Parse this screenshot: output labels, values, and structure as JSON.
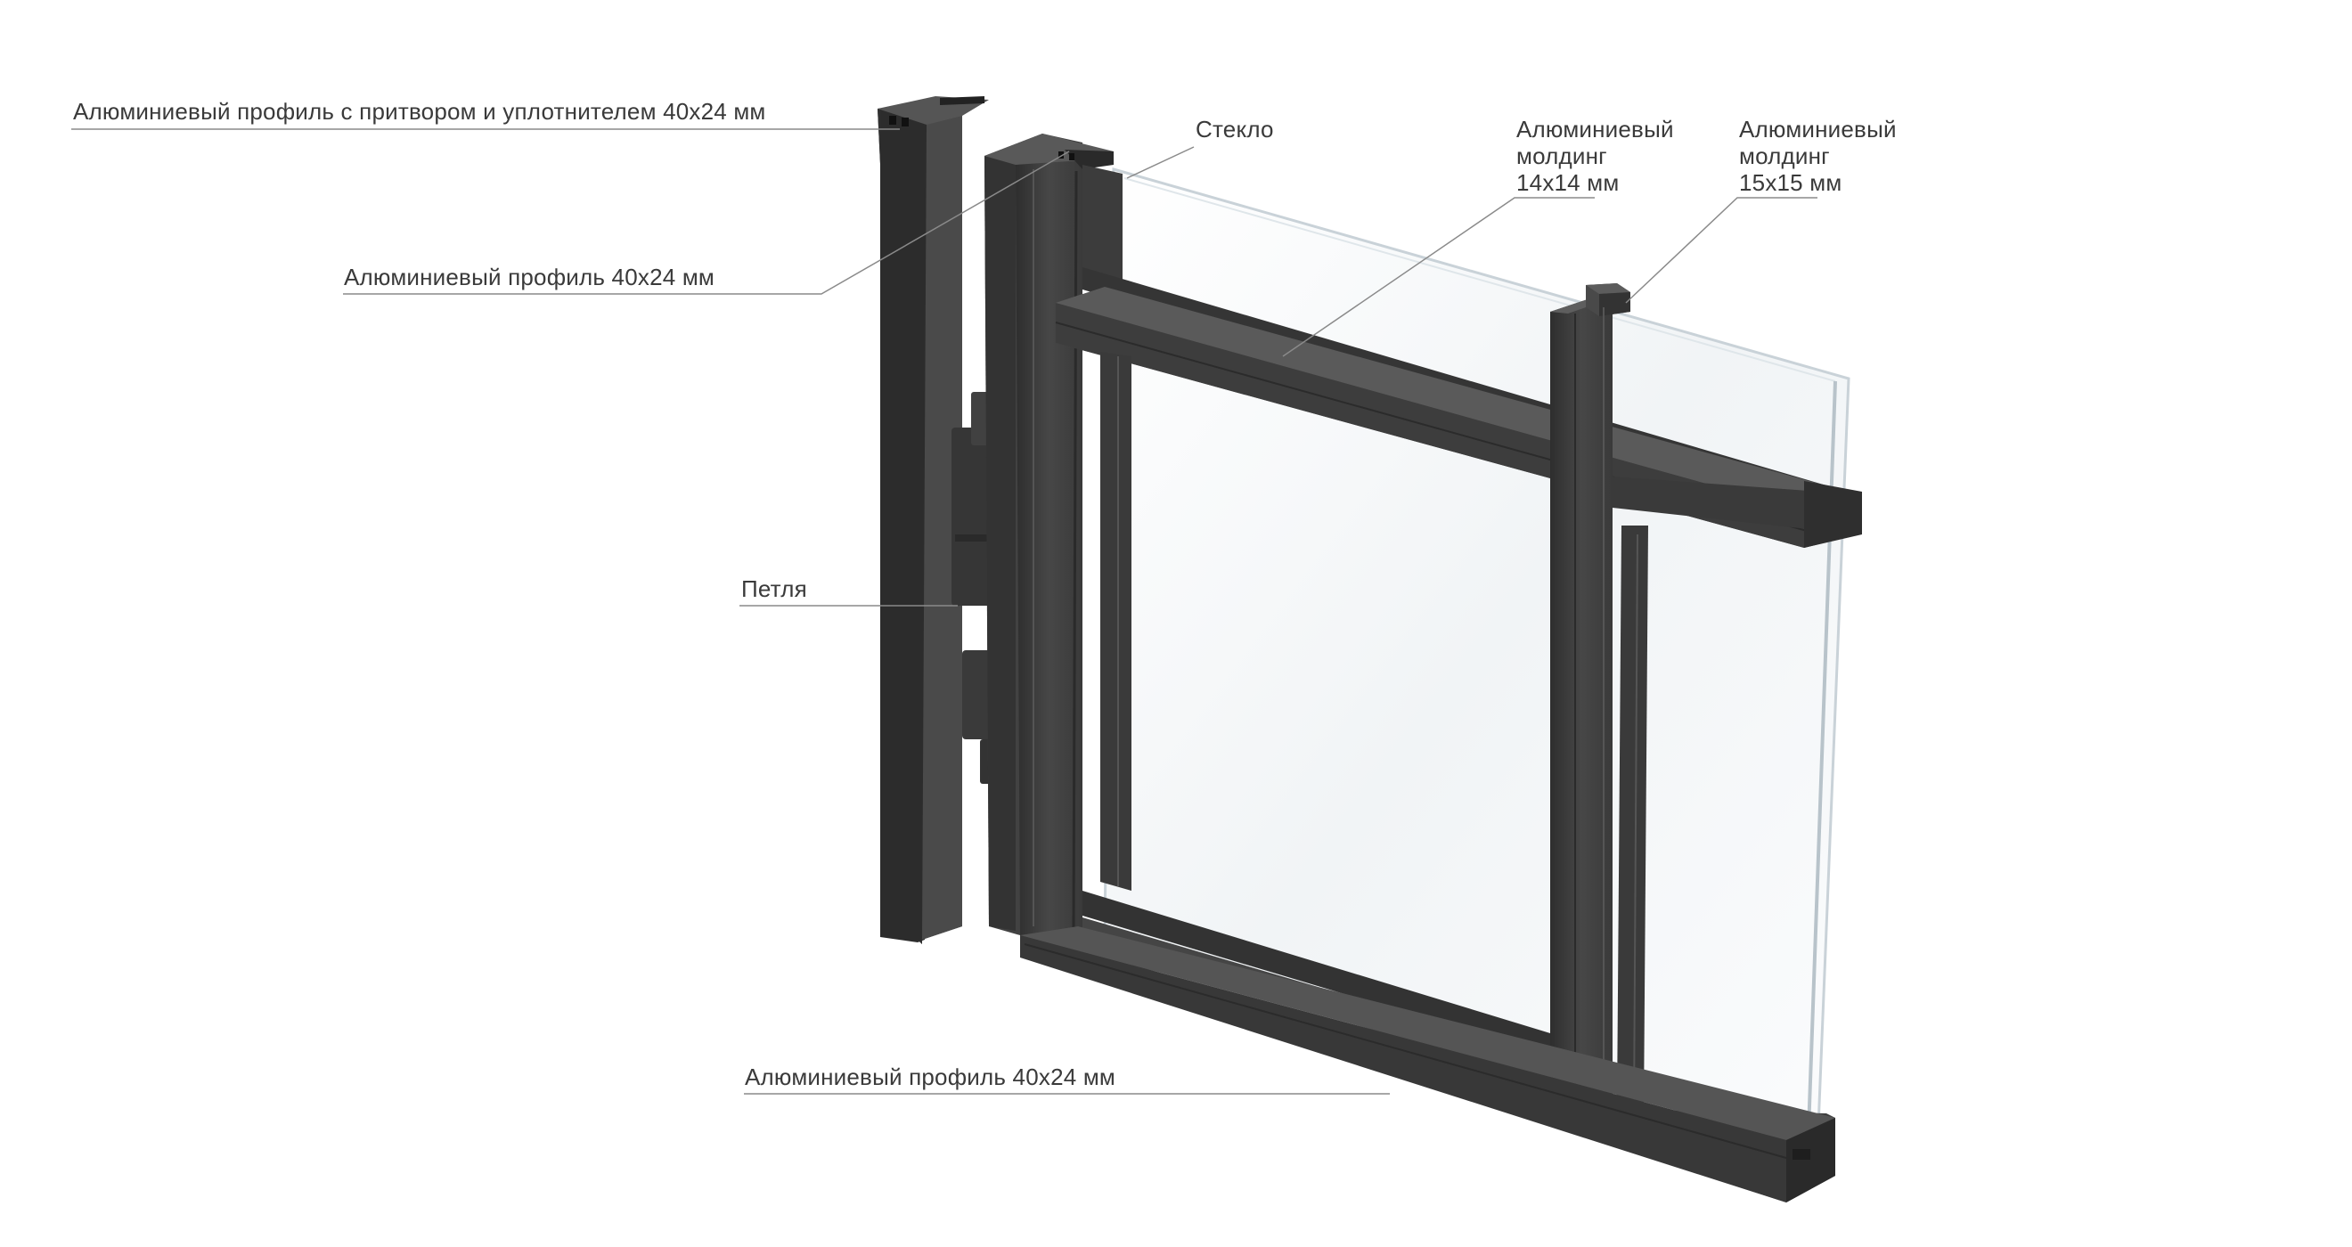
{
  "labels": {
    "profile_with_seal": "Алюминиевый профиль с притвором и уплотнителем 40x24 мм",
    "profile_top": "Алюминиевый профиль 40x24 мм",
    "hinge": "Петля",
    "profile_bottom": "Алюминиевый профиль 40x24 мм",
    "glass": "Стекло",
    "molding_14": {
      "line1": "Алюминиевый",
      "line2": "молдинг",
      "line3": "14x14 мм"
    },
    "molding_15": {
      "line1": "Алюминиевый",
      "line2": "молдинг",
      "line3": "15x15 мм"
    }
  },
  "colors": {
    "profile_dark": "#3b3b3b",
    "profile_mid": "#474747",
    "profile_light": "#5a5a5a",
    "profile_edge": "#2a2a2a",
    "glass_fill": "#f3f6f8",
    "glass_edge": "#c9d2d8",
    "leader_line": "#8a8a8a",
    "label_text": "#3a3a3a"
  }
}
